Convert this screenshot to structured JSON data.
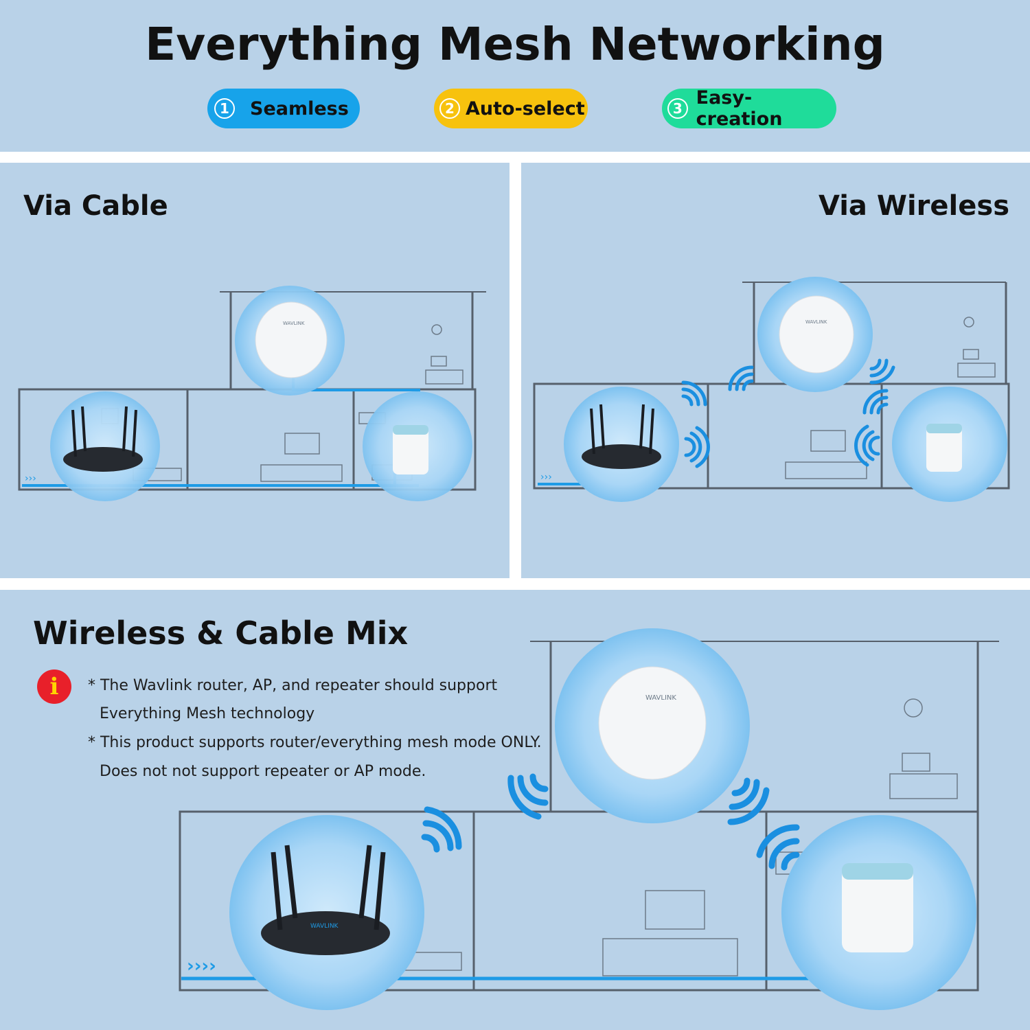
{
  "header": {
    "title": "Everything Mesh Networking",
    "features": [
      {
        "num": "1",
        "label": "Seamless",
        "color": "#17a3ea"
      },
      {
        "num": "2",
        "label": "Auto-select",
        "color": "#f7c20e"
      },
      {
        "num": "3",
        "label": "Easy-creation",
        "color": "#1fdc9a"
      }
    ]
  },
  "panels": {
    "cable": {
      "title": "Via Cable"
    },
    "wireless": {
      "title": "Via Wireless"
    },
    "mix": {
      "title": "Wireless & Cable Mix",
      "notes": [
        "* The Wavlink router, AP, and repeater should support",
        "Everything Mesh technology",
        "* This product supports router/everything mesh mode ONLY.",
        "Does not not support repeater or AP mode."
      ]
    }
  },
  "brand": {
    "logo_text": "WAVLINK"
  },
  "colors": {
    "background": "#b9d2e8",
    "house_line": "#56606b",
    "cable": "#1e9be6",
    "wifi": "#1a8fe0",
    "warning": "#e8202a"
  }
}
